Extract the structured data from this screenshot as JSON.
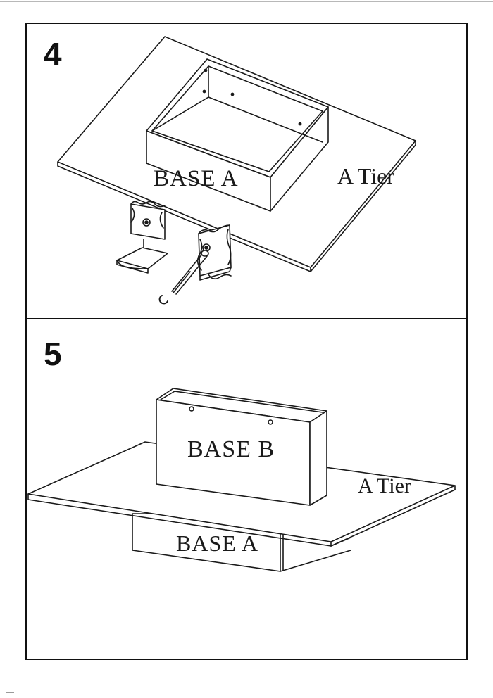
{
  "steps": [
    {
      "number": "4",
      "labels": {
        "base": "BASE A",
        "tier": "A Tier"
      },
      "parts": [
        "shelf-board-icon",
        "base-box-icon",
        "bracket-icon",
        "bracket-with-bolt-icon",
        "bolt-icon",
        "c-clip-icon"
      ]
    },
    {
      "number": "5",
      "labels": {
        "base_top": "BASE B",
        "tier": "A Tier",
        "base_bottom": "BASE A"
      },
      "parts": [
        "shelf-board-icon",
        "base-box-icon",
        "base-box-icon"
      ]
    }
  ],
  "colors": {
    "line": "#1a1a1a",
    "frame": "#111111",
    "background": "#ffffff"
  }
}
